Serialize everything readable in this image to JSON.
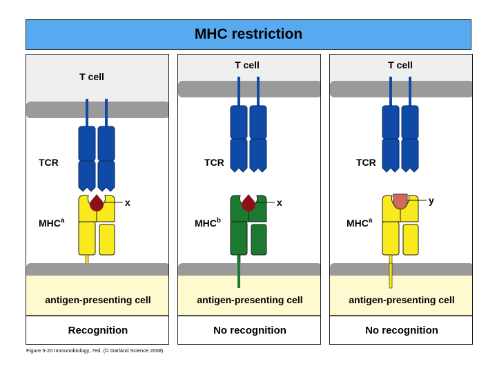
{
  "title": "MHC restriction",
  "caption": "Figure 5-20 Immunobiology, 7ed. (© Garland Science 2008)",
  "colors": {
    "title_bg": "#58aaf0",
    "t_cell": "#efefef",
    "membrane": "#9a9a9a",
    "tcr": "#0f4aa6",
    "mhc_a": "#f8ea1c",
    "mhc_b": "#1c7a30",
    "apc": "#fdfad0",
    "peptide_x": "#8c1018",
    "peptide_y": "#cf6a5c"
  },
  "panels": [
    {
      "t_cell_label": "T cell",
      "tcr_label": "TCR",
      "mhc_label": "MHC",
      "mhc_superscript": "a",
      "peptide_label": "x",
      "apc_label": "antigen-presenting cell",
      "result": "Recognition"
    },
    {
      "t_cell_label": "T cell",
      "tcr_label": "TCR",
      "mhc_label": "MHC",
      "mhc_superscript": "b",
      "peptide_label": "x",
      "apc_label": "antigen-presenting cell",
      "result": "No recognition"
    },
    {
      "t_cell_label": "T cell",
      "tcr_label": "TCR",
      "mhc_label": "MHC",
      "mhc_superscript": "a",
      "peptide_label": "y",
      "apc_label": "antigen-presenting cell",
      "result": "No recognition"
    }
  ]
}
